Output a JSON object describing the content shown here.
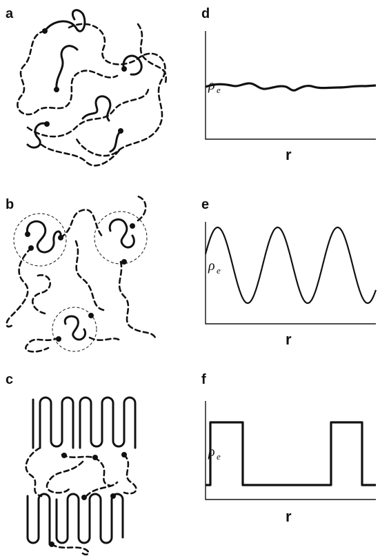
{
  "panels": {
    "a": {
      "letter": "a"
    },
    "b": {
      "letter": "b"
    },
    "c": {
      "letter": "c"
    },
    "d": {
      "letter": "d",
      "ylabel_main": "ρ",
      "ylabel_sub": "e",
      "xlabel": "r"
    },
    "e": {
      "letter": "e",
      "ylabel_main": "ρ",
      "ylabel_sub": "e",
      "xlabel": "r"
    },
    "f": {
      "letter": "f",
      "ylabel_main": "ρ",
      "ylabel_sub": "e",
      "xlabel": "r"
    }
  }
}
